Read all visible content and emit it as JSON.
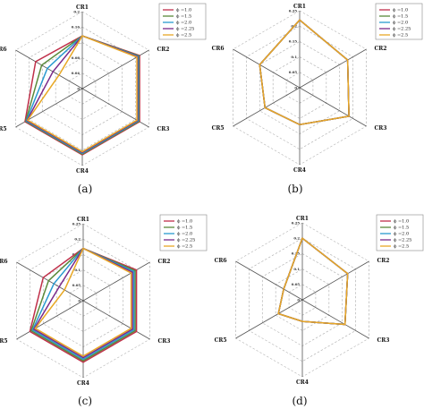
{
  "chart_data": [
    {
      "type": "radar",
      "panel_label": "(a)",
      "axes": [
        "CR1",
        "CR2",
        "CR3",
        "CR4",
        "CR5",
        "CR6"
      ],
      "ticks": [
        "0",
        "0.04",
        "0.08",
        "0.12",
        "0.16",
        "0.2"
      ],
      "rmax": 0.2,
      "legend_placement": "top-right",
      "series": [
        {
          "name": "ϕ =1.0",
          "color": "#c0304a",
          "values": [
            0.137,
            0.172,
            0.172,
            0.172,
            0.172,
            0.14
          ]
        },
        {
          "name": "ϕ =1.5",
          "color": "#5a8a3a",
          "values": [
            0.137,
            0.17,
            0.17,
            0.17,
            0.17,
            0.122
          ]
        },
        {
          "name": "ϕ =2.0",
          "color": "#2a9ad0",
          "values": [
            0.137,
            0.168,
            0.168,
            0.168,
            0.168,
            0.105
          ]
        },
        {
          "name": "ϕ =2.25",
          "color": "#7a2a8a",
          "values": [
            0.137,
            0.166,
            0.166,
            0.166,
            0.166,
            0.088
          ]
        },
        {
          "name": "ϕ =2.5",
          "color": "#e8a825",
          "values": [
            0.137,
            0.164,
            0.164,
            0.164,
            0.164,
            0.07
          ]
        }
      ]
    },
    {
      "type": "radar",
      "panel_label": "(b)",
      "axes": [
        "CR1",
        "CR2",
        "CR3",
        "CR4",
        "CR5",
        "CR6"
      ],
      "ticks": [
        "0",
        "0.05",
        "0.1",
        "0.15",
        "0.2",
        "0.25"
      ],
      "rmax": 0.25,
      "legend_placement": "top-right",
      "series": [
        {
          "name": "ϕ =1.0",
          "color": "#c0304a",
          "values": [
            0.22,
            0.18,
            0.185,
            0.12,
            0.13,
            0.15
          ]
        },
        {
          "name": "ϕ =1.5",
          "color": "#5a8a3a",
          "values": [
            0.22,
            0.18,
            0.185,
            0.12,
            0.13,
            0.15
          ]
        },
        {
          "name": "ϕ =2.0",
          "color": "#2a9ad0",
          "values": [
            0.22,
            0.18,
            0.185,
            0.12,
            0.13,
            0.15
          ]
        },
        {
          "name": "ϕ =2.25",
          "color": "#7a2a8a",
          "values": [
            0.22,
            0.18,
            0.185,
            0.12,
            0.13,
            0.15
          ]
        },
        {
          "name": "ϕ =2.5",
          "color": "#e8a825",
          "values": [
            0.22,
            0.18,
            0.185,
            0.12,
            0.13,
            0.15
          ]
        }
      ]
    },
    {
      "type": "radar",
      "panel_label": "(c)",
      "axes": [
        "CR1",
        "CR2",
        "CR3",
        "CR4",
        "CR5",
        "CR6"
      ],
      "ticks": [
        "0",
        "0.05",
        "0.1",
        "0.15",
        "0.2",
        "0.25"
      ],
      "rmax": 0.25,
      "legend_placement": "top-right",
      "series": [
        {
          "name": "ϕ =1.0",
          "color": "#c0304a",
          "values": [
            0.17,
            0.2,
            0.2,
            0.2,
            0.2,
            0.15
          ]
        },
        {
          "name": "ϕ =1.5",
          "color": "#5a8a3a",
          "values": [
            0.17,
            0.195,
            0.195,
            0.195,
            0.195,
            0.13
          ]
        },
        {
          "name": "ϕ =2.0",
          "color": "#2a9ad0",
          "values": [
            0.17,
            0.19,
            0.19,
            0.19,
            0.19,
            0.11
          ]
        },
        {
          "name": "ϕ =2.25",
          "color": "#7a2a8a",
          "values": [
            0.17,
            0.185,
            0.185,
            0.185,
            0.185,
            0.09
          ]
        },
        {
          "name": "ϕ =2.5",
          "color": "#e8a825",
          "values": [
            0.17,
            0.18,
            0.18,
            0.18,
            0.18,
            0.07
          ]
        }
      ]
    },
    {
      "type": "radar",
      "panel_label": "(d)",
      "axes": [
        "CR1",
        "CR2",
        "CR3",
        "CR4",
        "CR5",
        "CR6"
      ],
      "ticks": [
        "0",
        "0.05",
        "0.1",
        "0.15",
        "0.2",
        "0.25"
      ],
      "rmax": 0.25,
      "legend_placement": "top-right",
      "series": [
        {
          "name": "ϕ =1.0",
          "color": "#c0304a",
          "values": [
            0.2,
            0.17,
            0.16,
            0.07,
            0.09,
            0.07
          ]
        },
        {
          "name": "ϕ =1.5",
          "color": "#5a8a3a",
          "values": [
            0.2,
            0.17,
            0.16,
            0.07,
            0.09,
            0.07
          ]
        },
        {
          "name": "ϕ =2.0",
          "color": "#2a9ad0",
          "values": [
            0.2,
            0.17,
            0.16,
            0.07,
            0.09,
            0.07
          ]
        },
        {
          "name": "ϕ =2.25",
          "color": "#7a2a8a",
          "values": [
            0.2,
            0.17,
            0.16,
            0.07,
            0.09,
            0.07
          ]
        },
        {
          "name": "ϕ =2.5",
          "color": "#e8a825",
          "values": [
            0.2,
            0.17,
            0.16,
            0.07,
            0.09,
            0.07
          ]
        }
      ]
    }
  ]
}
